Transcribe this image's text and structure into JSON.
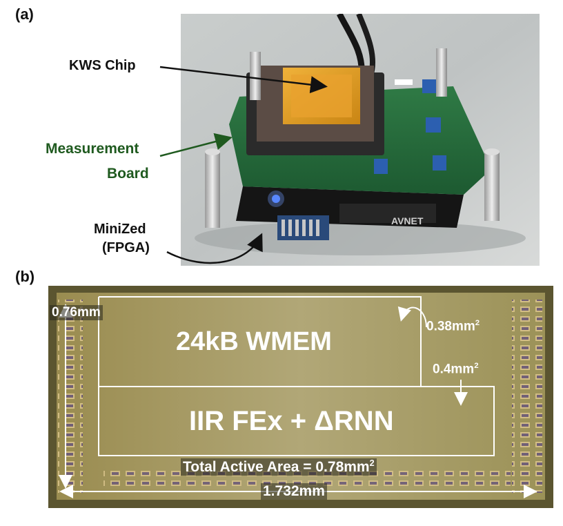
{
  "panel_a": {
    "label": "(a)",
    "callouts": {
      "kws_chip": "KWS Chip",
      "measurement_line1": "Measurement",
      "measurement_line2": "Board",
      "minized_line1": "MiniZed",
      "minized_line2": "(FPGA)"
    },
    "board_silkscreen": "AVNET",
    "colors": {
      "measurement_label": "#1f5a1f"
    }
  },
  "panel_b": {
    "label": "(b)",
    "wmem_label": "24kB WMEM",
    "fex_label": "IIR FEx + ΔRNN",
    "height_dim": "0.76mm",
    "width_dim": "1.732mm",
    "wmem_area": "0.38mm",
    "fex_area": "0.4mm",
    "area_exponent": "2",
    "total_area": "Total Active Area = 0.78mm"
  }
}
